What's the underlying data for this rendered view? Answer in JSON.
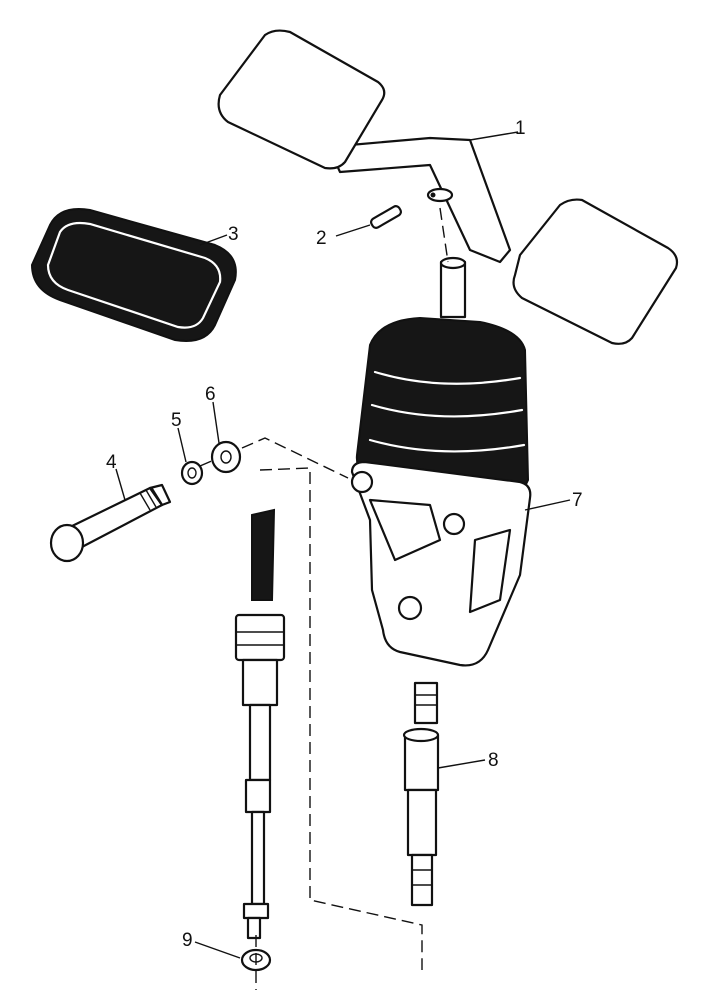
{
  "callouts": [
    {
      "id": "1",
      "text": "1"
    },
    {
      "id": "2",
      "text": "2"
    },
    {
      "id": "3",
      "text": "3"
    },
    {
      "id": "4",
      "text": "4"
    },
    {
      "id": "5",
      "text": "5"
    },
    {
      "id": "6",
      "text": "6"
    },
    {
      "id": "7",
      "text": "7"
    },
    {
      "id": "8",
      "text": "8"
    },
    {
      "id": "9",
      "text": "9"
    }
  ],
  "colors": {
    "ink": "#111111",
    "paper": "#ffffff"
  }
}
